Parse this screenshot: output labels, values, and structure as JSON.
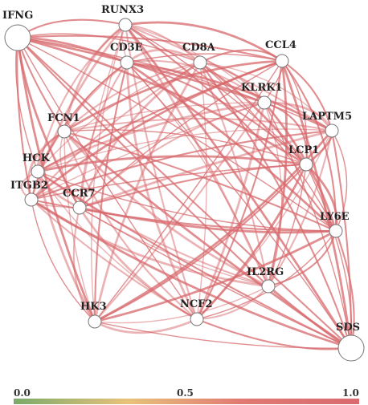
{
  "network": {
    "nodes": [
      {
        "id": "IFNG",
        "size": "large"
      },
      {
        "id": "RUNX3",
        "size": "small"
      },
      {
        "id": "CD3E",
        "size": "small"
      },
      {
        "id": "CD8A",
        "size": "small"
      },
      {
        "id": "CCL4",
        "size": "small"
      },
      {
        "id": "KLRK1",
        "size": "small"
      },
      {
        "id": "LAPTM5",
        "size": "small"
      },
      {
        "id": "FCN1",
        "size": "small"
      },
      {
        "id": "LCP1",
        "size": "small"
      },
      {
        "id": "HCK",
        "size": "small"
      },
      {
        "id": "ITGB2",
        "size": "small"
      },
      {
        "id": "CCR7",
        "size": "small"
      },
      {
        "id": "LY6E",
        "size": "small"
      },
      {
        "id": "IL2RG",
        "size": "small"
      },
      {
        "id": "HK3",
        "size": "small"
      },
      {
        "id": "NCF2",
        "size": "small"
      },
      {
        "id": "SDS",
        "size": "large"
      }
    ],
    "edge_color": "#d7686c"
  },
  "colorbar": {
    "ticks": [
      "0.0",
      "0.5",
      "1.0"
    ],
    "colors": [
      "#7aaa6a",
      "#e8c27a",
      "#e07a72",
      "#d96a70"
    ]
  }
}
